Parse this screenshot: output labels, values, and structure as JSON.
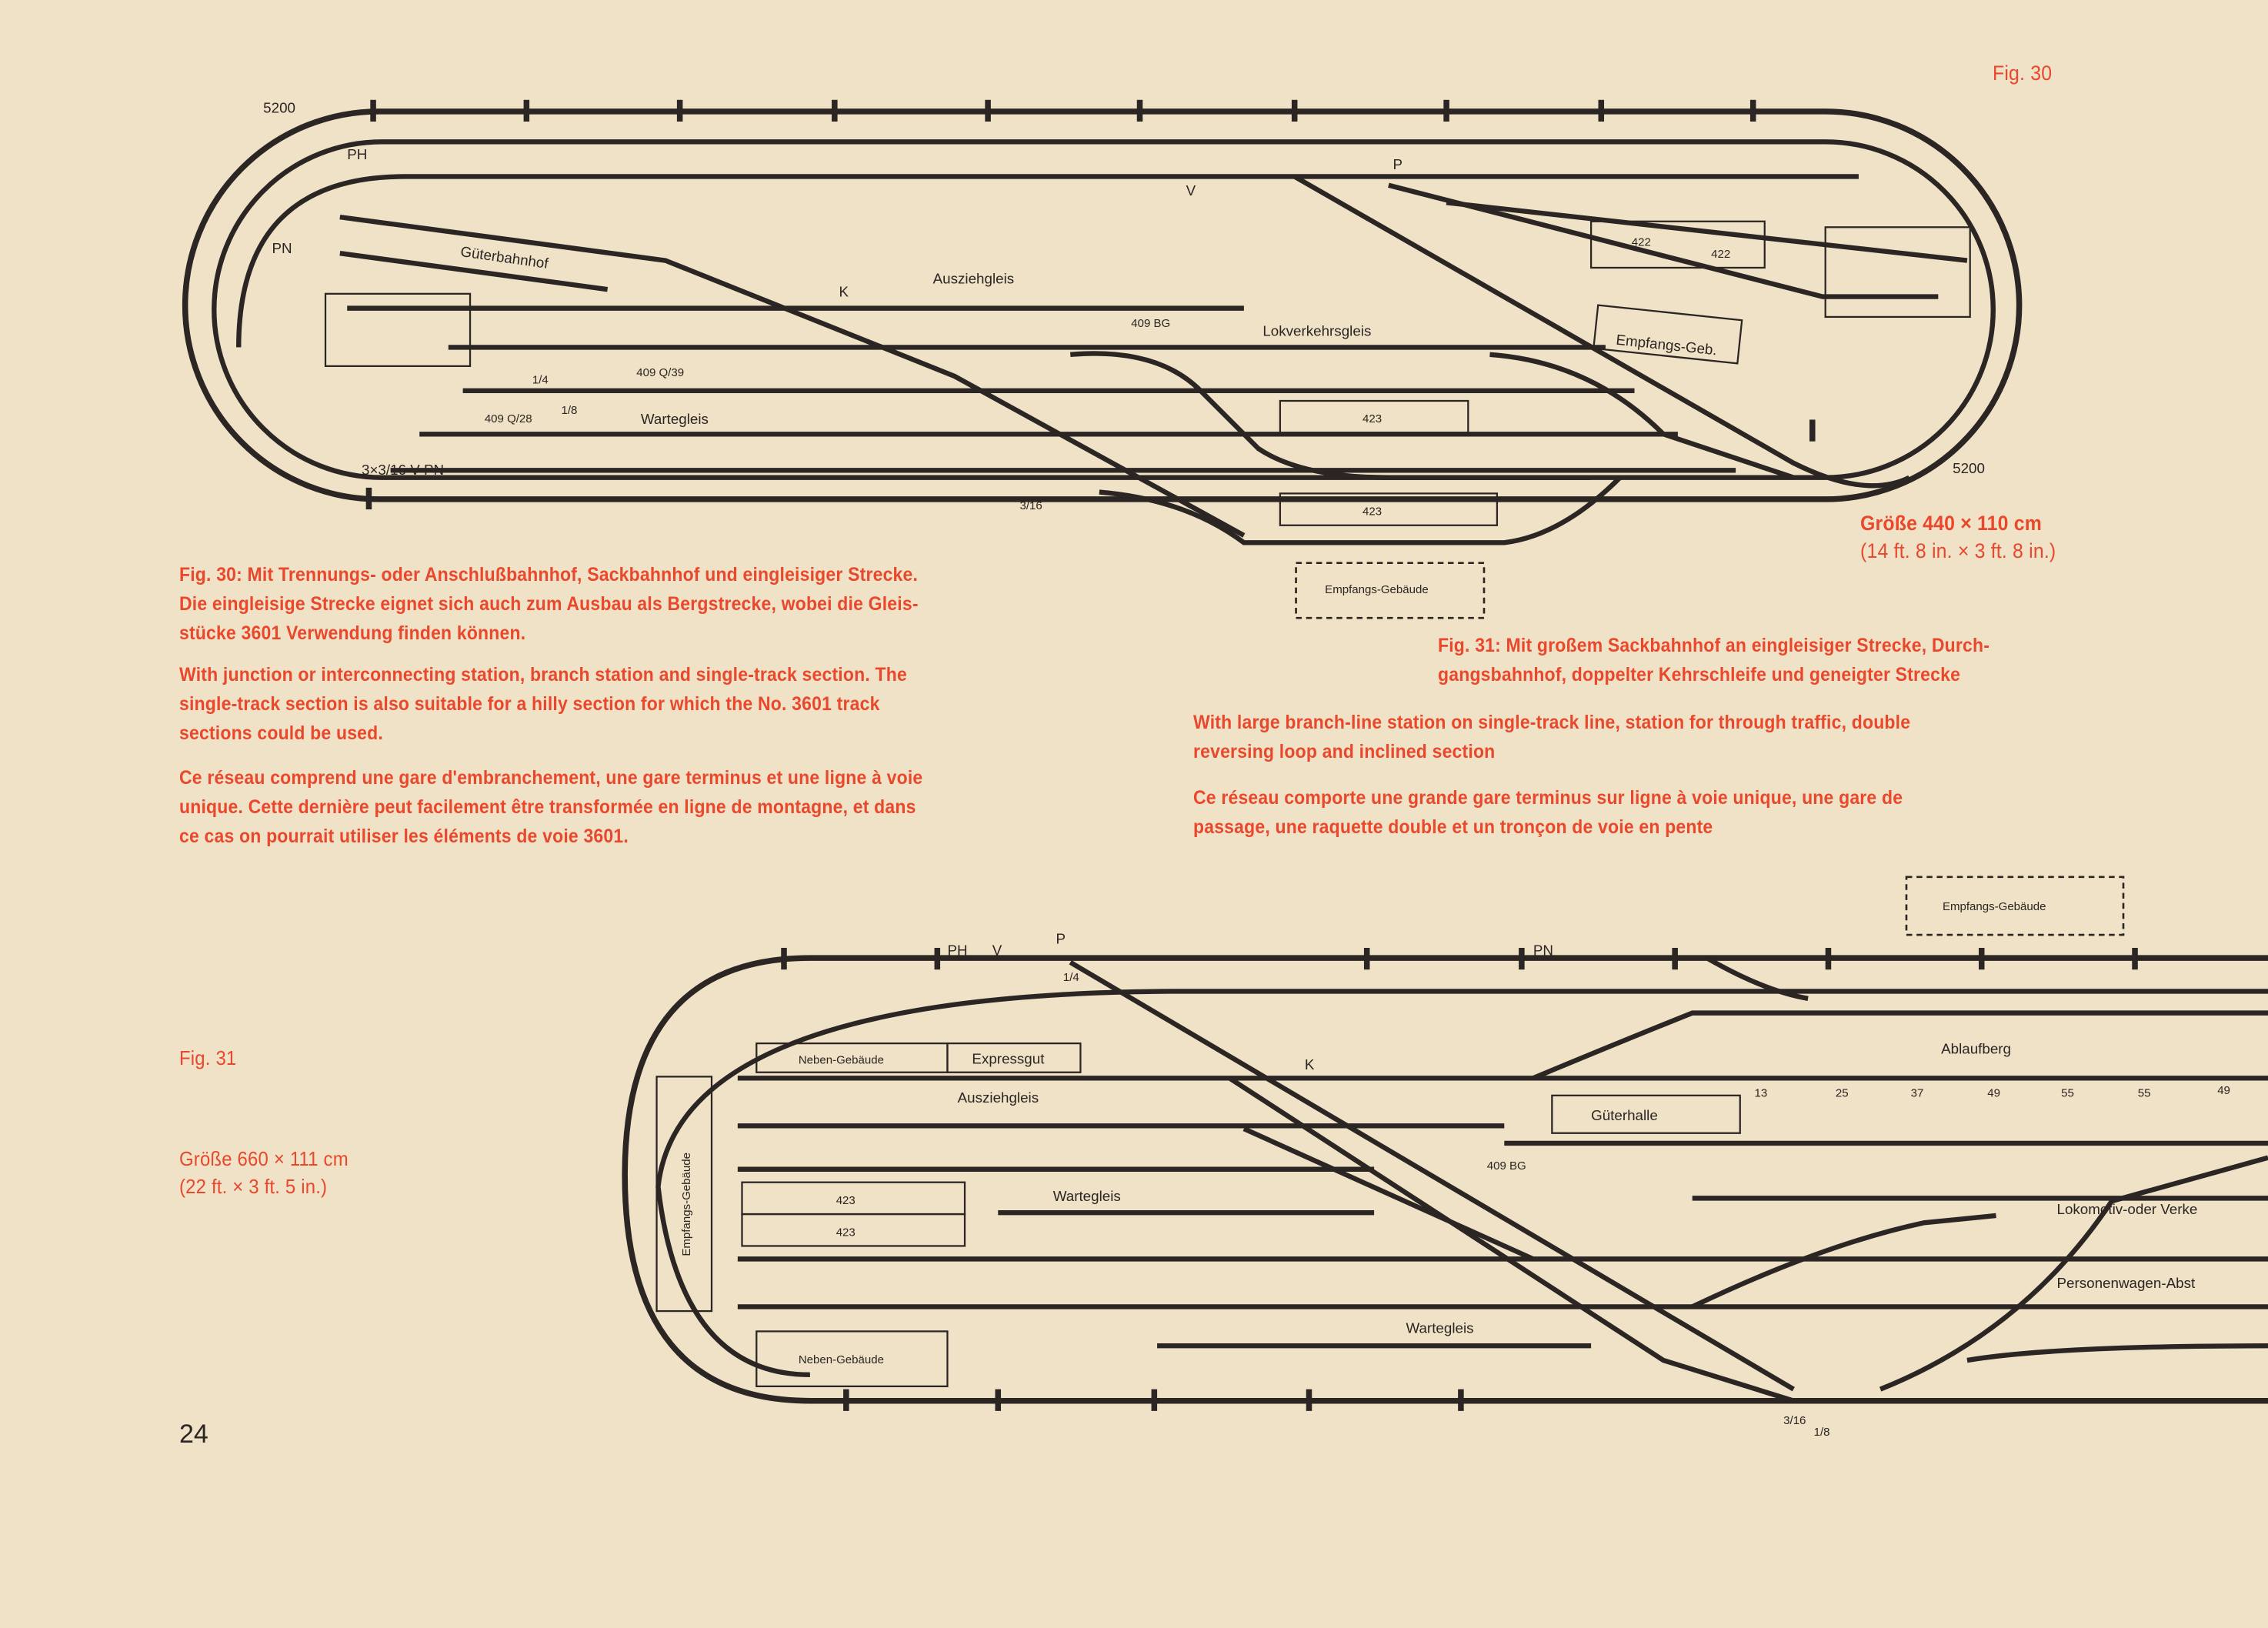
{
  "page_number": "24",
  "fig30": {
    "label": "Fig. 30",
    "caption_de": [
      "Fig. 30: Mit Trennungs- oder Anschlußbahnhof, Sackbahnhof und eingleisiger Strecke.",
      "Die eingleisige Strecke eignet sich auch zum Ausbau als Bergstrecke, wobei die Gleis-",
      "stücke 3601 Verwendung finden können."
    ],
    "caption_en": [
      "With junction or interconnecting station, branch station and single-track section. The",
      "single-track section is also suitable for a hilly section for which the No. 3601 track",
      "sections could be used."
    ],
    "caption_fr": [
      "Ce réseau comprend une gare d'embranchement, une gare terminus et une ligne à voie",
      "unique. Cette dernière peut facilement être transformée en ligne de montagne, et dans",
      "ce cas on pourrait utiliser les éléments de voie 3601."
    ],
    "size": [
      "Größe 440 × 110 cm",
      "(14 ft. 8 in. × 3 ft. 8 in.)"
    ],
    "diagram_labels": {
      "curve_left": "5200",
      "curve_right": "5200",
      "gueterbahnhof": "Güterbahnhof",
      "ausziehgleis": "Ausziehgleis",
      "lokverkehrsgleis": "Lokverkehrsgleis",
      "wartegleis": "Wartegleis",
      "empfangs_geb": "Empfangs-Geb.",
      "empfangs_gebaeude": "Empfangs-Gebäude",
      "building_423_a": "423",
      "building_423_b": "423",
      "building_422_a": "422",
      "building_422_b": "422",
      "bg409": "409 BG",
      "q39": "409 Q/39",
      "q28": "409 Q/28",
      "marks": [
        "PH",
        "PN",
        "V",
        "P",
        "K",
        "1/4",
        "1/8",
        "3/16",
        "3×3/16 V PN"
      ]
    }
  },
  "fig31": {
    "label": "Fig. 31",
    "caption_de": [
      "Fig. 31: Mit großem Sackbahnhof an eingleisiger Strecke, Durch-",
      "gangsbahnhof, doppelter Kehrschleife und geneigter Strecke"
    ],
    "caption_en": [
      "With large branch-line station on single-track line, station for through traffic, double",
      "reversing loop and inclined section"
    ],
    "caption_fr": [
      "Ce réseau comporte une grande gare terminus sur ligne à voie unique, une gare de",
      "passage, une raquette double et un tronçon de voie en pente"
    ],
    "size": [
      "Größe 660 × 111 cm",
      "(22 ft. × 3 ft. 5 in.)"
    ],
    "diagram_labels": {
      "empfangs_gebaeude_dashed": "Empfangs-Gebäude",
      "empfangs_gebaeude_vertical": "Empfangs-Gebäude",
      "neben_gebaeude_top": "Neben-Gebäude",
      "expressgut": "Expressgut",
      "ausziehgleis": "Ausziehgleis",
      "building_423_a": "423",
      "building_423_b": "423",
      "neben_gebaeude_bottom": "Neben-Gebäude",
      "wartegleis_1": "Wartegleis",
      "wartegleis_2": "Wartegleis",
      "gueterhalle": "Güterhalle",
      "ablaufberg": "Ablaufberg",
      "lokomotiv": "Lokomotiv-oder Verke",
      "personenwagen": "Personenwagen-Abst",
      "hump_numbers": [
        "13",
        "25",
        "37",
        "49",
        "55",
        "55",
        "49"
      ],
      "bg409": "409 BG",
      "marks": [
        "PH",
        "PN",
        "V",
        "P",
        "K",
        "1/4",
        "1/8",
        "3/16"
      ]
    }
  },
  "colors": {
    "paper": "#efe2c6",
    "caption_red": "#e9482d",
    "ink": "#2b2523"
  }
}
